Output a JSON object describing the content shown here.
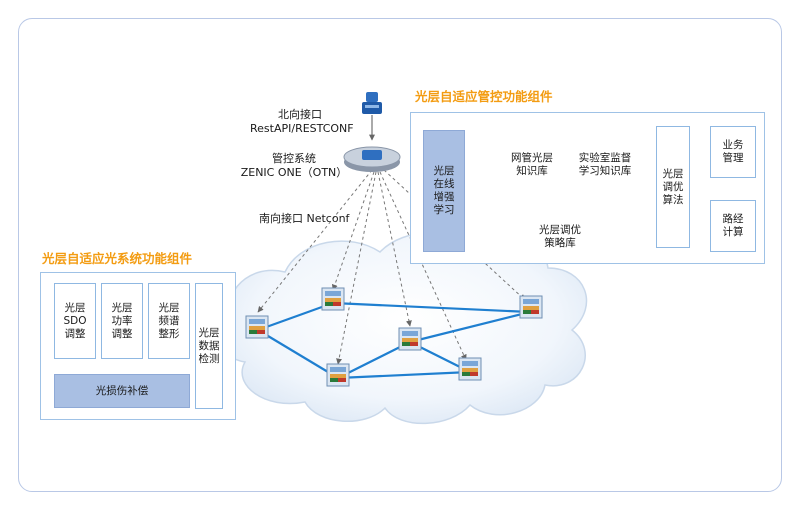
{
  "north": {
    "line1": "北向接口",
    "line2": "RestAPI/RESTCONF"
  },
  "mgmt": {
    "line1": "管控系统",
    "line2": "ZENIC ONE（OTN）"
  },
  "south": {
    "line1": "南向接口 Netconf"
  },
  "right_panel": {
    "title": "光层自适应管控功能组件",
    "online": [
      "光层",
      "在线",
      "增强",
      "学习"
    ],
    "kb_net": [
      "网管光层",
      "知识库"
    ],
    "kb_lab": [
      "实验室监督",
      "学习知识库"
    ],
    "strategy": [
      "光层调优",
      "策略库"
    ],
    "tuning": [
      "光层",
      "调优",
      "算法"
    ],
    "business": [
      "业务",
      "管理"
    ],
    "route": [
      "路经",
      "计算"
    ]
  },
  "left_panel": {
    "title": "光层自适应光系统功能组件",
    "sdo": [
      "光层",
      "SDO",
      "调整"
    ],
    "power": [
      "光层",
      "功率",
      "调整"
    ],
    "spectrum": [
      "光层",
      "频谱",
      "整形"
    ],
    "detect": [
      "光层",
      "数据",
      "检测"
    ],
    "compensate": "光损伤补偿"
  },
  "colors": {
    "accent": "#f39c12",
    "panel_border": "#9fc2e6",
    "fill": "#a9bfe3",
    "link": "#1f7fd0"
  },
  "icons": {
    "server": "server-icon",
    "controller": "controller-icon",
    "node": "network-node-icon",
    "arrow": "double-arrow-icon"
  }
}
